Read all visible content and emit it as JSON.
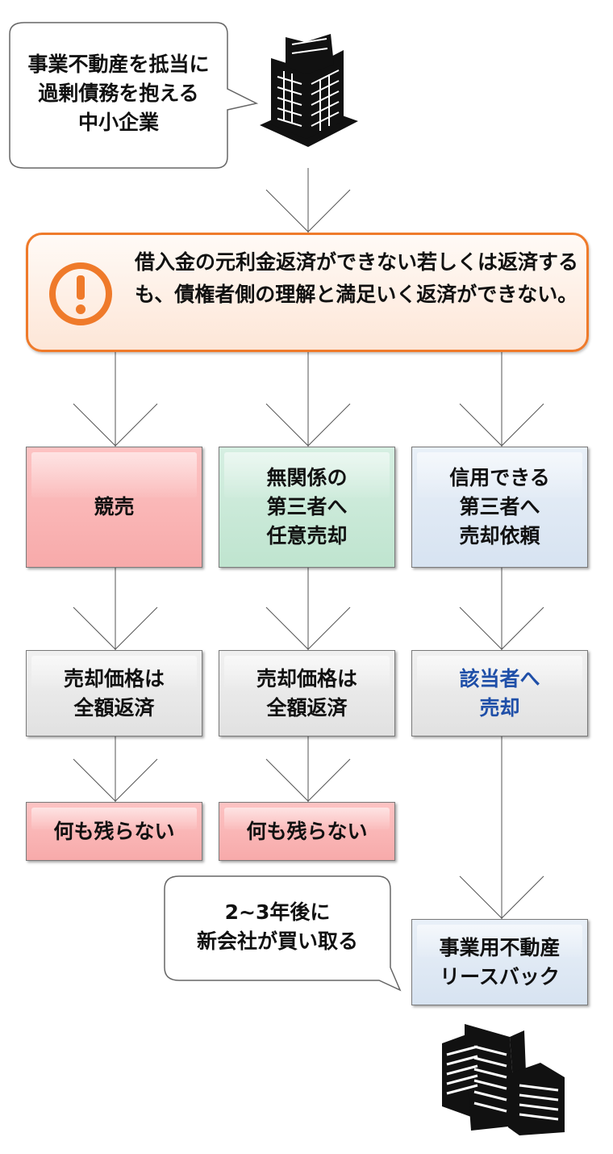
{
  "top_callout": {
    "text": "事業不動産を抵当に\n過剰債務を抱える\n中小企業",
    "icon": "office-building-icon"
  },
  "alert": {
    "text": "借入金の元利金返済ができない若しくは返済するも、債権者側の理解と満足いく返済ができない。",
    "icon": "exclamation-circle-icon",
    "border_color": "#ef7a2a"
  },
  "columns": [
    {
      "option": "競売",
      "result": "売却価格は\n全額返済",
      "outcome": "何も残らない"
    },
    {
      "option": "無関係の\n第三者へ\n任意売却",
      "result": "売却価格は\n全額返済",
      "outcome": "何も残らない"
    },
    {
      "option": "信用できる\n第三者へ\n売却依頼",
      "result": "該当者へ\n売却",
      "outcome": "事業用不動産\nリースバック"
    }
  ],
  "bottom_callout": {
    "text": "2~3年後に\n新会社が買い取る"
  },
  "bottom_icon": "office-buildings-icon",
  "colors": {
    "red_box": "#f7aaaa",
    "green_box": "#bfe4cf",
    "blue_box": "#d7e3f1",
    "gray_box": "#e1e1e1",
    "highlight_text": "#1f4fa8"
  }
}
